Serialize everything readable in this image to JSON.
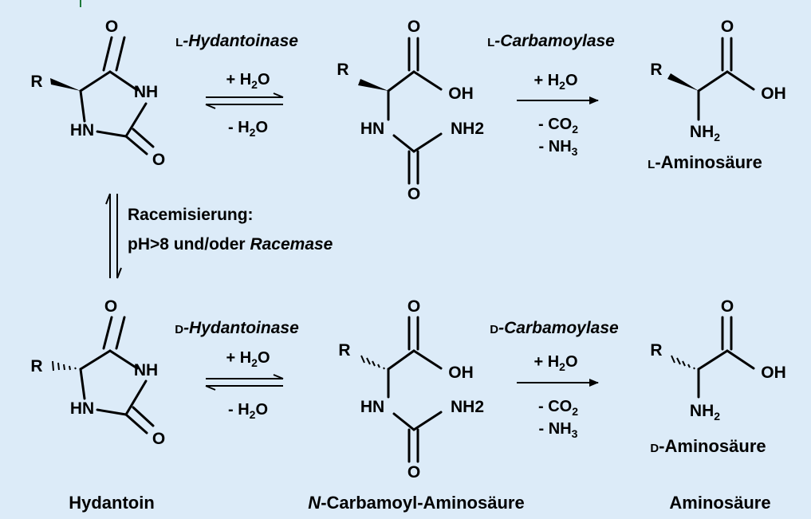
{
  "colors": {
    "background": "#dcebf8",
    "frame_accent": "#1f7a3a",
    "ink": "#000000"
  },
  "enzymes": {
    "l_hydantoinase": {
      "prefix": "L",
      "name": "-Hydantoinase"
    },
    "l_carbamoylase": {
      "prefix": "L",
      "name": "-Carbamoylase"
    },
    "d_hydantoinase": {
      "prefix": "D",
      "name": "-Hydantoinase"
    },
    "d_carbamoylase": {
      "prefix": "D",
      "name": "-Carbamoylase"
    }
  },
  "reagents": {
    "plus_h2o": {
      "main": "+ H",
      "sub": "2",
      "tail": "O"
    },
    "minus_h2o": {
      "main": "- H",
      "sub": "2",
      "tail": "O"
    },
    "minus_co2": {
      "main": "- CO",
      "sub": "2"
    },
    "minus_nh3": {
      "main": "- NH",
      "sub": "3"
    }
  },
  "atoms": {
    "R": "R",
    "O": "O",
    "NH": "NH",
    "HN": "HN",
    "OH": "OH",
    "NH2_text": "NH2",
    "NH2_main": "NH",
    "NH2_sub": "2"
  },
  "racemization": {
    "line1": "Racemisierung:",
    "line2_plain": "pH>8 und/oder ",
    "line2_italic": "Racemase"
  },
  "product_labels": {
    "l_amino_prefix": "L",
    "l_amino_name": "-Aminosäure",
    "d_amino_prefix": "D",
    "d_amino_name": "-Aminosäure"
  },
  "column_labels": {
    "hydantoin": "Hydantoin",
    "carbamoyl_italic": "N",
    "carbamoyl_rest": "-Carbamoyl-Aminosäure",
    "aminoacid": "Aminosäure"
  }
}
